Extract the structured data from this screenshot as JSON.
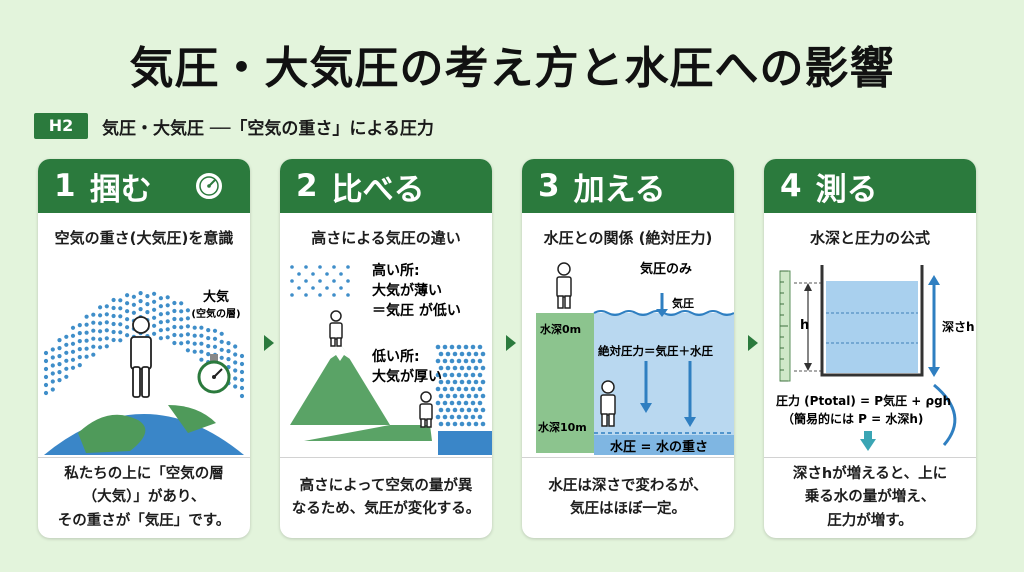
{
  "title": "気圧・大気圧の考え方と水圧への影響",
  "subhead": {
    "badge": "H2",
    "text": "気圧・大気圧 ──「空気の重さ」による圧力"
  },
  "cards": [
    {
      "num": "1",
      "title": "掴む",
      "subtitle": "空気の重さ(大気圧)を意識",
      "labels": {
        "atmos": "大気",
        "atmos_sub": "(空気の層)"
      },
      "desc_lines": [
        "私たちの上に「空気の層",
        "（大気）」があり、",
        "その重さが「気圧」です。"
      ]
    },
    {
      "num": "2",
      "title": "比べる",
      "subtitle": "高さによる気圧の違い",
      "labels": {
        "high1": "高い所:",
        "high2": "大気が薄い",
        "high3": "＝気圧 が低い",
        "low1": "低い所:",
        "low2": "大気が厚い"
      },
      "desc_lines": [
        "高さによって空気の量が異",
        "なるため、気圧が変化する。"
      ]
    },
    {
      "num": "3",
      "title": "加える",
      "subtitle": "水圧との関係 (絶対圧力)",
      "labels": {
        "air_only": "気圧のみ",
        "air": "気圧",
        "depth0": "水深0m",
        "depth10": "水深10m",
        "absolute": "絶対圧力＝気圧＋水圧",
        "water_weight": "水圧 = 水の重さ"
      },
      "desc_lines": [
        "水圧は深さで変わるが、",
        "気圧はほぼ一定。"
      ]
    },
    {
      "num": "4",
      "title": "測る",
      "subtitle": "水深と圧力の公式",
      "labels": {
        "h": "h",
        "depth_h": "深さh",
        "formula": "圧力 (Ptotal) = P気圧 + ρgh",
        "formula_note": "（簡易的には P = 水深h)"
      },
      "desc_lines": [
        "深さhが増えると、上に",
        "乗る水の量が増え、",
        "圧力が増す。"
      ]
    }
  ],
  "colors": {
    "green": "#2b7a3d",
    "background": "#e3f4dc",
    "earth_blue": "#3a86c8",
    "earth_green": "#4f9a5a",
    "water": "#a9d0ee",
    "dots": "#3f8ec9"
  }
}
